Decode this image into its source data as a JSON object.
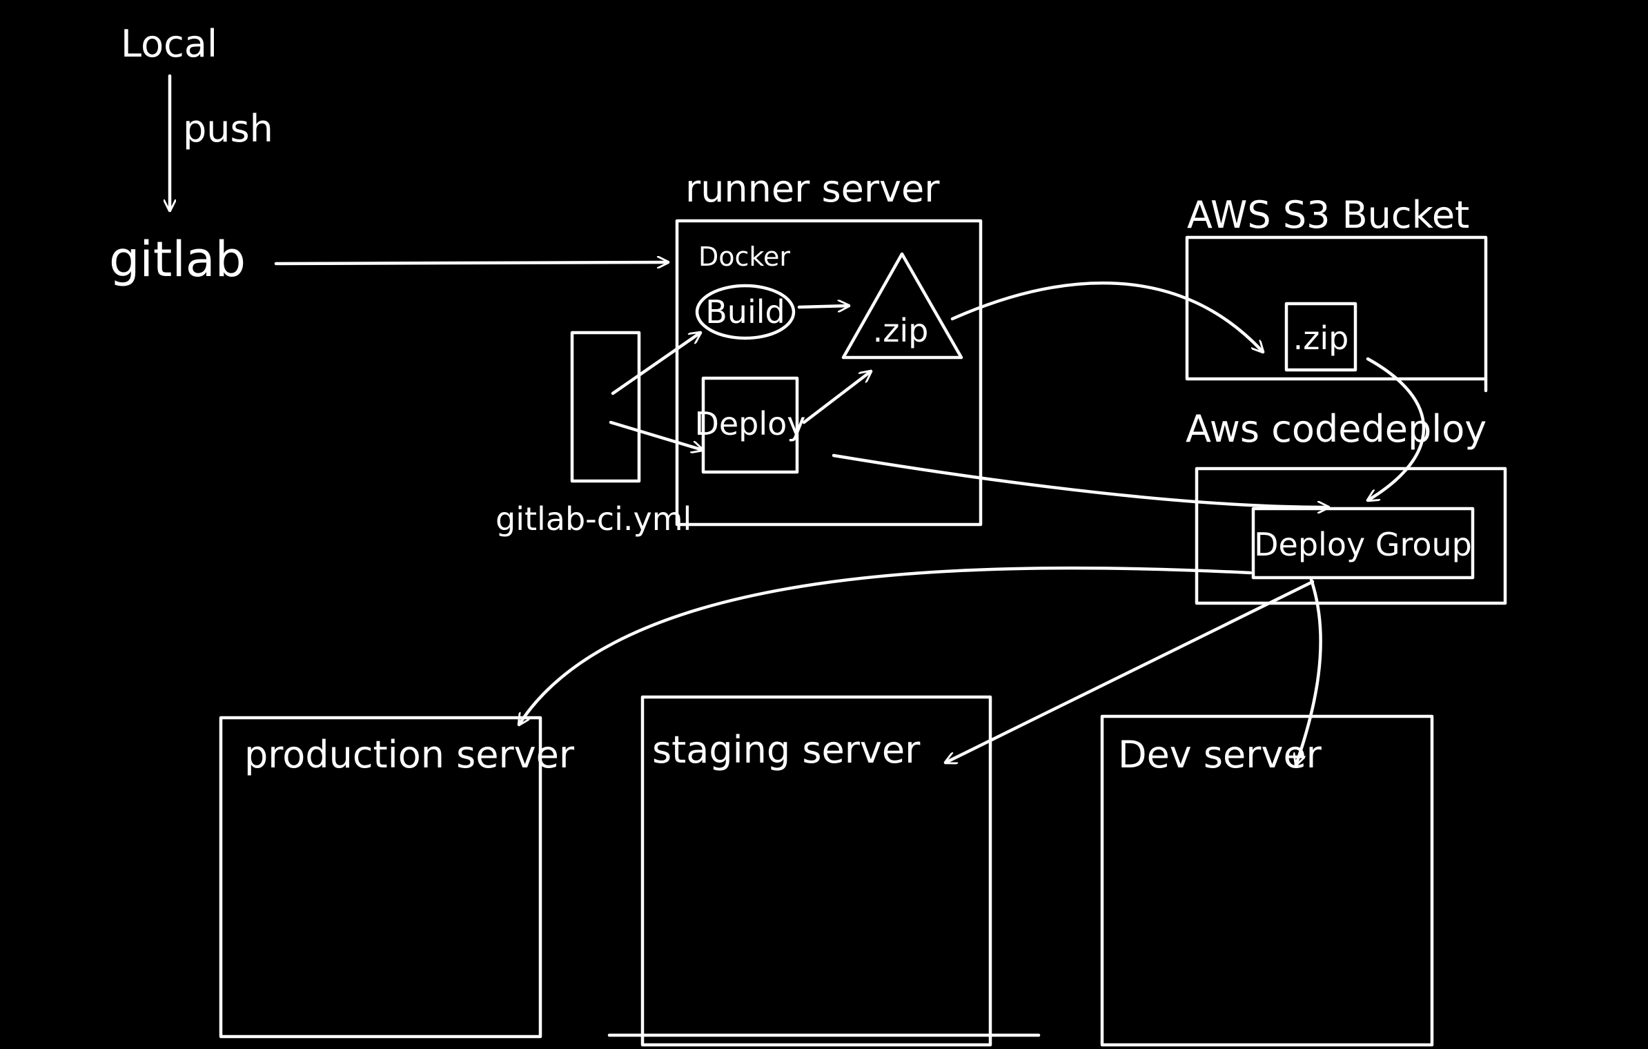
{
  "colors": {
    "background": "#000000",
    "stroke": "#ffffff"
  },
  "nodes": {
    "local": "Local",
    "gitlab": "gitlab",
    "runner_server": "runner server",
    "docker": "Docker",
    "build": "Build",
    "zip_runner": ".zip",
    "deploy": "Deploy",
    "gitlab_ci": "gitlab-ci.yml",
    "s3_bucket": "AWS S3 Bucket",
    "zip_s3": ".zip",
    "codedeploy": "Aws codedeploy",
    "deploy_group": "Deploy Group",
    "production_server": "production server",
    "staging_server": "staging server",
    "dev_server": "Dev server"
  },
  "edges": {
    "push": "push"
  }
}
